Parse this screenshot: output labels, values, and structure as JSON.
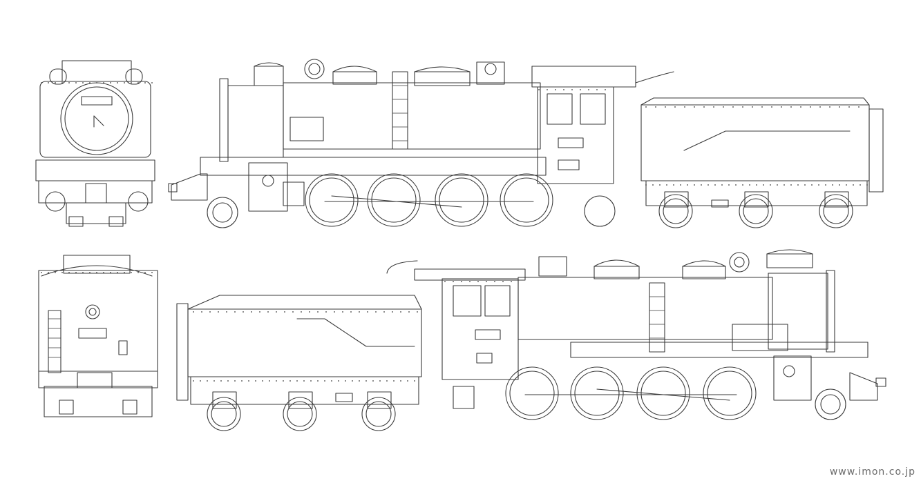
{
  "watermark": "www.imon.co.jp",
  "views": [
    {
      "id": "front-view",
      "label": ""
    },
    {
      "id": "side-view-right",
      "label": ""
    },
    {
      "id": "rear-view",
      "label": ""
    },
    {
      "id": "side-view-left",
      "label": ""
    }
  ],
  "colors": {
    "line": "#3a3a3a",
    "background": "#ffffff"
  }
}
